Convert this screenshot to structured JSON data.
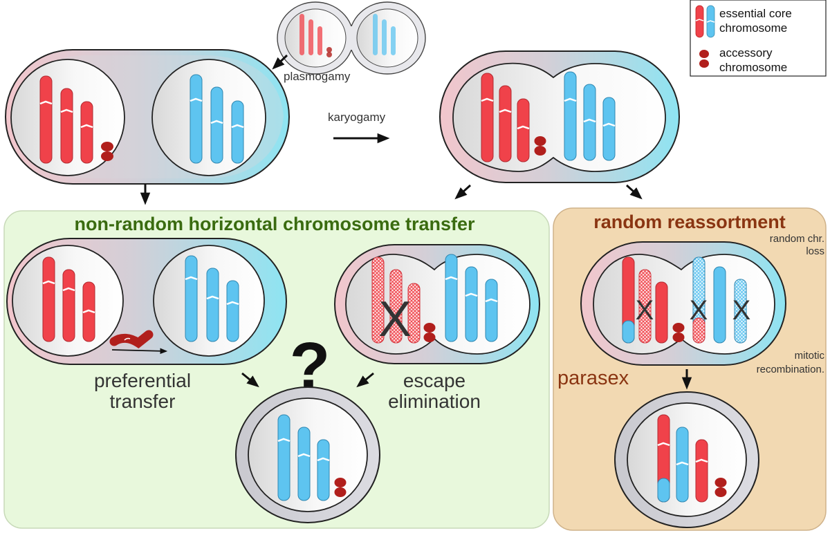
{
  "legend": {
    "core_label_1": "essential core",
    "core_label_2": "chromosome",
    "accessory_label_1": "accessory",
    "accessory_label_2": "chromosome"
  },
  "labels": {
    "plasmogamy": "plasmogamy",
    "karyogamy": "karyogamy",
    "preferential_1": "preferential",
    "preferential_2": "transfer",
    "escape_1": "escape",
    "escape_2": "elimination",
    "question": "?",
    "parasex": "parasex",
    "random_loss_1": "random chr.",
    "random_loss_2": "loss",
    "mitotic_1": "mitotic",
    "mitotic_2": "recombination.",
    "x_mark": "X"
  },
  "panels": {
    "nonrandom_title": "non-random horizontal chromosome transfer",
    "random_title": "random reassortment"
  },
  "colors": {
    "red": "#f0424a",
    "blue": "#5ec4f0",
    "accessory": "#b11f1c",
    "green_panel": "#e8f8dc",
    "green_title": "#3a6b10",
    "tan_panel": "#f2d9b2",
    "brown_title": "#8a3512"
  }
}
